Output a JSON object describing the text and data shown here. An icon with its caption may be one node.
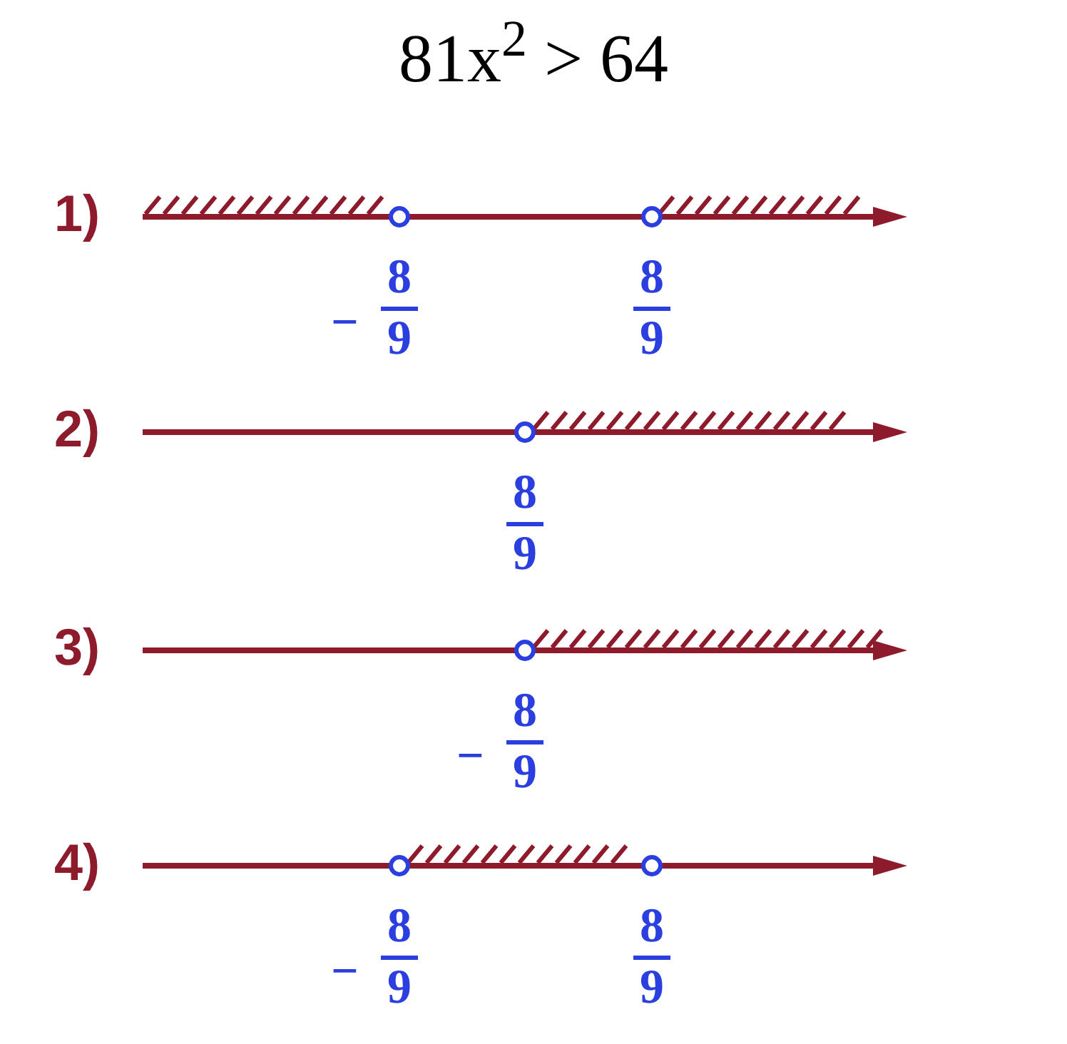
{
  "diagram": {
    "title": "81x$^{2}$ > 64",
    "labels": [
      "1)",
      "−",
      "8",
      "9",
      "8",
      "9",
      "2)",
      "8",
      "9",
      "3)",
      "−",
      "8",
      "9",
      "4)",
      "−",
      "8",
      "9",
      "8",
      "9"
    ]
  }
}
